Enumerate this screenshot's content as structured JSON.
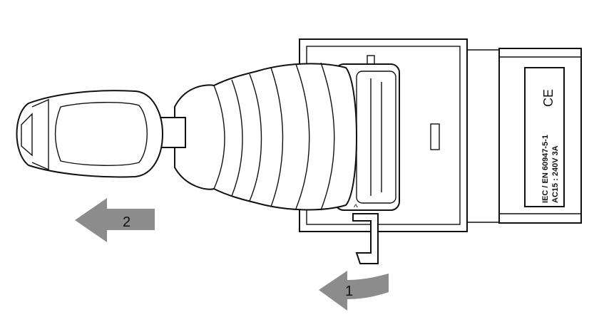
{
  "arrows": [
    {
      "label": "2",
      "direction": "left",
      "color": "#8c8c8c"
    },
    {
      "label": "1",
      "direction": "left-curved",
      "color": "#8c8c8c"
    }
  ],
  "device_label": {
    "line1": "IEC / EN 60947-5-1",
    "line2": "AC15 : 240V 3A",
    "mark": "CE"
  },
  "marker": "^"
}
